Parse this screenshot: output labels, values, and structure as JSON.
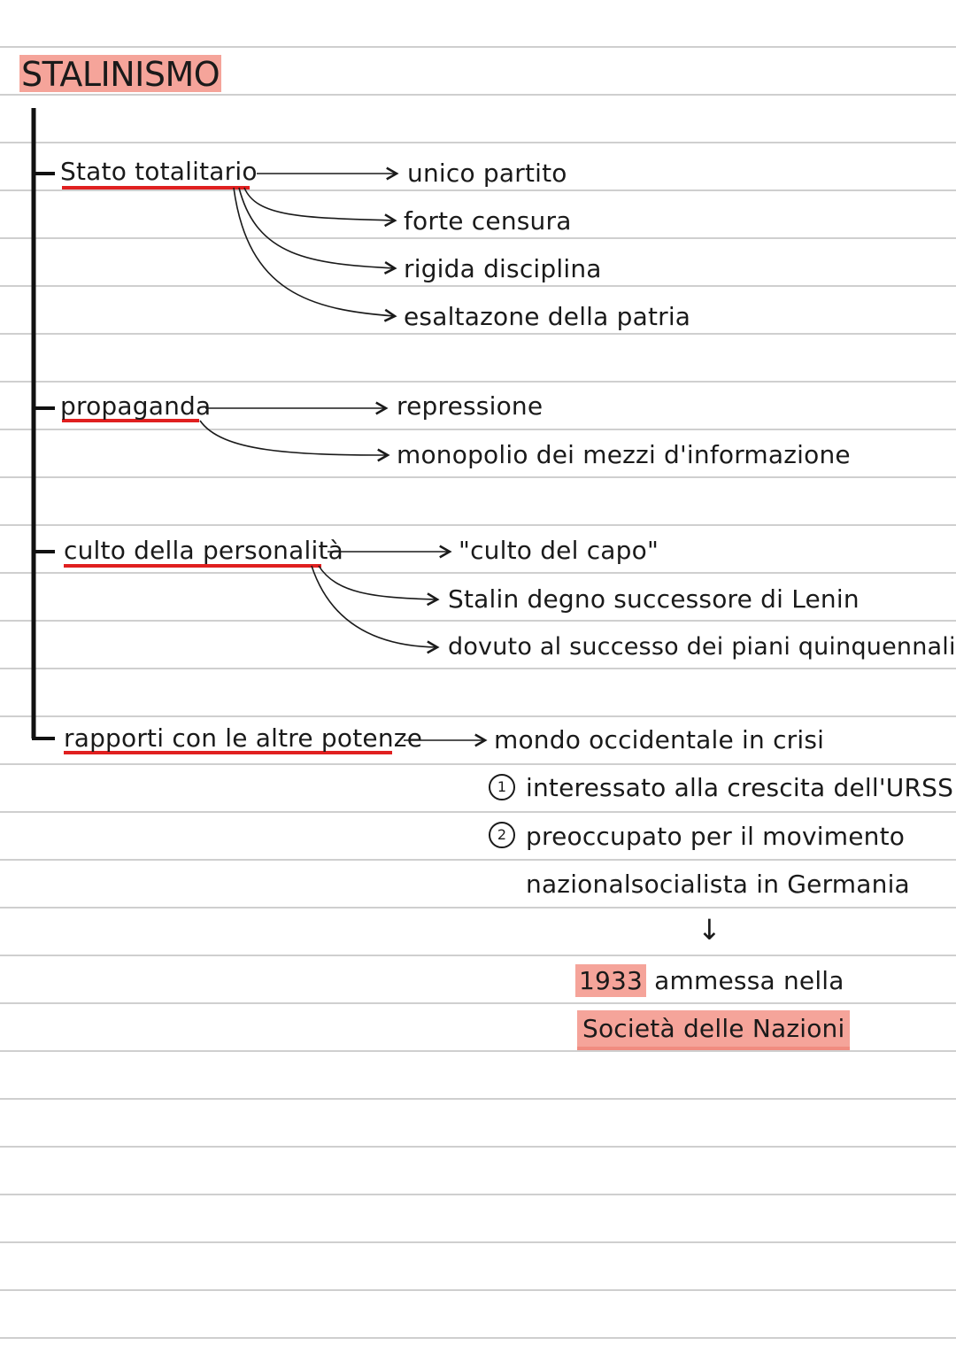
{
  "title": "STALINISMO",
  "branches": [
    {
      "label": "Stato totalitario",
      "items": [
        "unico partito",
        "forte censura",
        "rigida disciplina",
        "esaltazone della patria"
      ]
    },
    {
      "label": "propaganda",
      "items": [
        "repressione",
        "monopolio dei mezzi d'informazione"
      ]
    },
    {
      "label": "culto della personalità",
      "items": [
        "\"culto del capo\"",
        "Stalin degno successore di Lenin",
        "dovuto al successo dei piani quinquennali"
      ]
    },
    {
      "label": "rapporti con le altre potenze",
      "items": [
        "mondo occidentale in crisi"
      ]
    }
  ],
  "points": [
    {
      "num": "1",
      "text": "interessato alla crescita dell'URSS"
    },
    {
      "num": "2",
      "text": "preoccupato per il movimento"
    }
  ],
  "continuation": "nazionalsocialista in Germania",
  "down_arrow": "↓",
  "result": {
    "year": "1933",
    "text": "ammessa nella",
    "org": "Società delle Nazioni"
  },
  "colors": {
    "highlight": "#f5a49a",
    "underline": "#e02020",
    "ink": "#1a1a1a"
  }
}
